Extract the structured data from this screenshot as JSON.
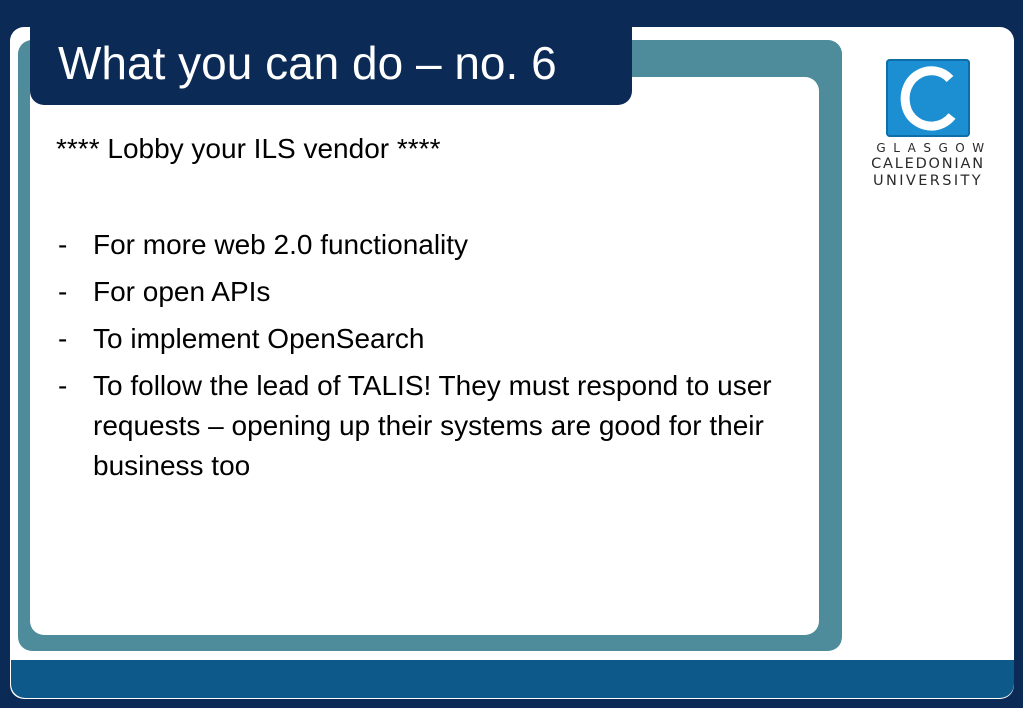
{
  "slide": {
    "title": "What you can do – no. 6",
    "intro": "**** Lobby your ILS vendor ****",
    "bullet_marker": "-",
    "bullets": [
      "For more web 2.0 functionality",
      "For open APIs",
      "To implement OpenSearch",
      "To follow the lead of TALIS! They must respond to user requests – opening up their systems are good for their business too"
    ]
  },
  "logo": {
    "icon": "letter-c-logo-icon",
    "line1": "GLASGOW",
    "line2": "CALEDONIAN",
    "line3": "UNIVERSITY"
  },
  "colors": {
    "navy": "#0b2a55",
    "teal": "#4e8c9c",
    "footer_blue": "#0d5a8a",
    "logo_blue": "#1b8fd2"
  }
}
